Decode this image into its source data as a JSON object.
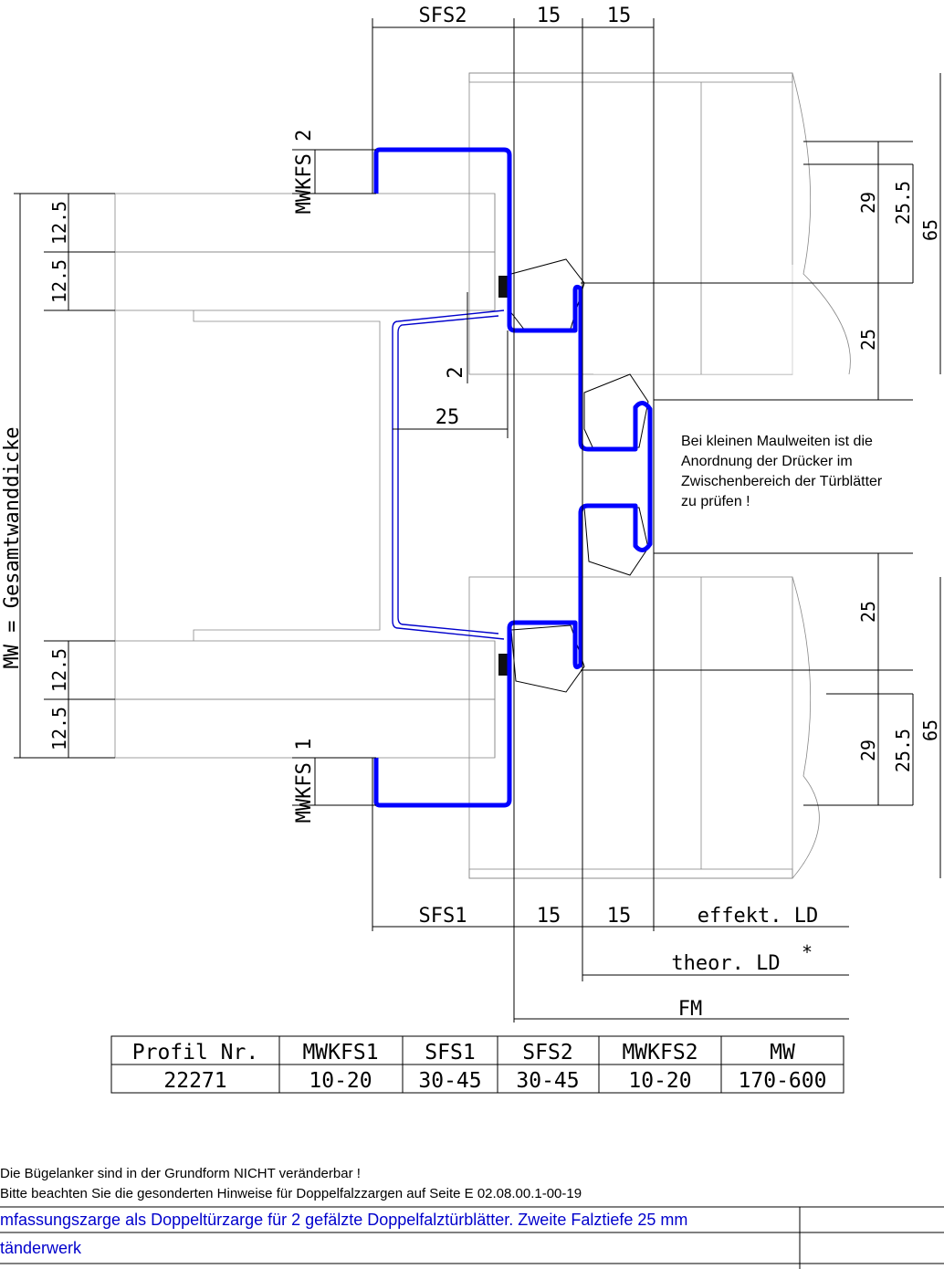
{
  "dimensions": {
    "top": {
      "sfs2": "SFS2",
      "d15a": "15",
      "d15b": "15"
    },
    "bottom": {
      "sfs1": "SFS1",
      "d15a": "15",
      "d15b": "15",
      "effekt_ld": "effekt. LD",
      "theor_ld": "theor. LD",
      "theor_ld_mark": "*",
      "fm": "FM"
    },
    "left": {
      "mw": "MW = Gesamtwanddicke",
      "d12_5_a": "12.5",
      "d12_5_b": "12.5",
      "d12_5_c": "12.5",
      "d12_5_d": "12.5"
    },
    "mwkfs2": "MWKFS 2",
    "mwkfs1": "MWKFS 1",
    "inner": {
      "d2": "2",
      "d25": "25"
    },
    "right_top": {
      "d29": "29",
      "d25_5": "25.5",
      "d65": "65",
      "d25": "25"
    },
    "right_bottom": {
      "d25": "25",
      "d29": "29",
      "d25_5": "25.5",
      "d65": "65"
    }
  },
  "note": {
    "line1": "Bei kleinen Maulweiten ist die",
    "line2": "Anordnung der Drücker im",
    "line3": "Zwischenbereich der Türblätter",
    "line4": "zu prüfen !"
  },
  "table": {
    "headers": [
      "Profil Nr.",
      "MWKFS1",
      "SFS1",
      "SFS2",
      "MWKFS2",
      "MW"
    ],
    "row": [
      "22271",
      "10-20",
      "30-45",
      "30-45",
      "10-20",
      "170-600"
    ]
  },
  "footer": {
    "line1": "Die Bügelanker sind in der Grundform NICHT veränderbar !",
    "line2": "Bitte beachten Sie die gesonderten Hinweise für Doppelfalzzargen auf Seite E 02.08.00.1-00-19",
    "title": "mfassungszarge als Doppeltürzarge für 2 gefälzte Doppelfalztürblätter. Zweite Falztiefe 25 mm",
    "subtitle": "tänderwerk"
  },
  "colors": {
    "profile": "#0000ff",
    "title_text": "#0000cc"
  }
}
